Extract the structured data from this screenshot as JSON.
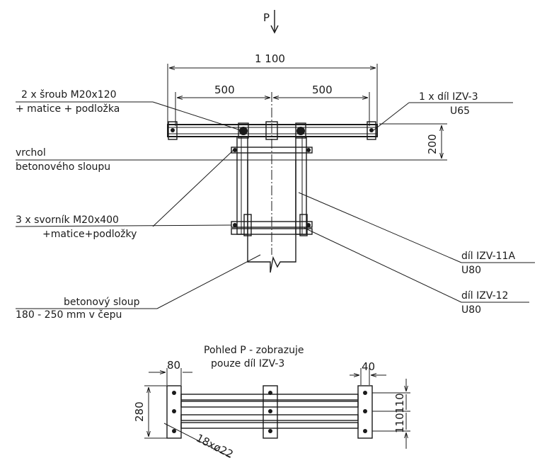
{
  "view_arrow": {
    "label": "P"
  },
  "dimensions": {
    "overall_width": "1 100",
    "left_half": "500",
    "right_half": "500",
    "height": "200"
  },
  "labels": {
    "bolts_line1": "2 x šroub M20x120",
    "bolts_line2": "+ matice + podložka",
    "top_line1": "vrchol",
    "top_line2": "betonového sloupu",
    "studs_line1": "3 x svorník M20x400",
    "studs_line2": "+matice+podložky",
    "pole_line1": "betonový sloup",
    "pole_line2": "180 - 250 mm v čepu",
    "part3_line1": "1 x díl IZV-3",
    "part3_line2": "U65",
    "part11_line1": "díl IZV-11A",
    "part11_line2": "U80",
    "part12_line1": "díl IZV-12",
    "part12_line2": "U80"
  },
  "view_p": {
    "title_line1": "Pohled P - zobrazuje",
    "title_line2": "pouze díl IZV-3",
    "dim_80": "80",
    "dim_40": "40",
    "dim_280": "280",
    "dim_110_top": "110",
    "dim_110_bottom": "110",
    "holes": "18xø22"
  }
}
